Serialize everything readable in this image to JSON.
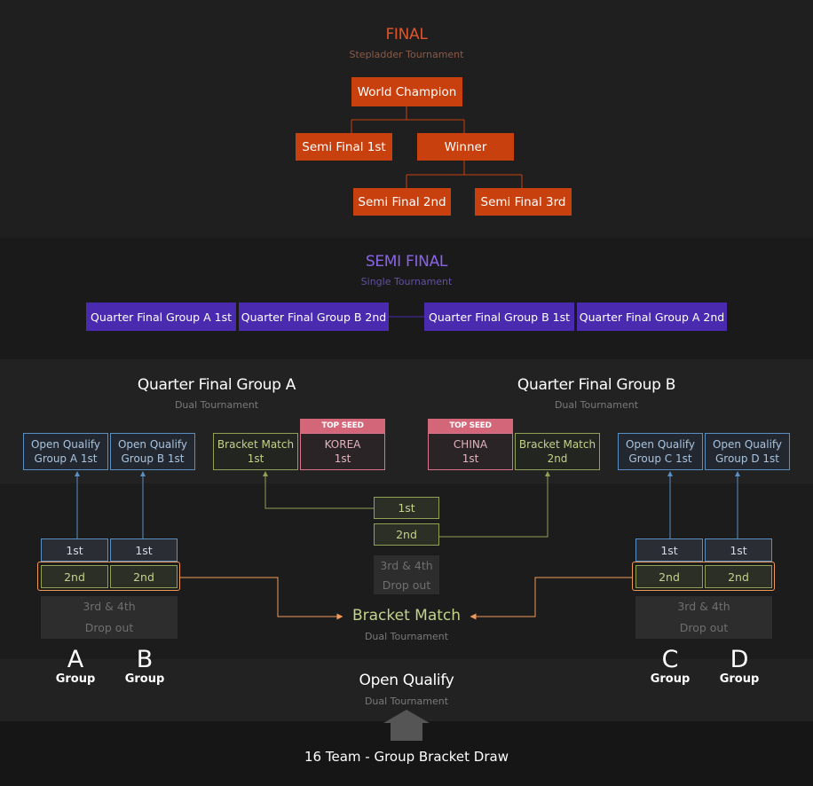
{
  "final": {
    "title": "FINAL",
    "subtitle": "Stepladder Tournament",
    "world_champion": "World Champion",
    "semi_final_1st": "Semi Final 1st",
    "winner": "Winner",
    "semi_final_2nd": "Semi Final 2nd",
    "semi_final_3rd": "Semi Final 3rd"
  },
  "semi_final": {
    "title": "SEMI FINAL",
    "subtitle": "Single Tournament",
    "slots": [
      "Quarter Final Group A 1st",
      "Quarter Final Group B 2nd",
      "Quarter Final Group B 1st",
      "Quarter Final Group A 2nd"
    ]
  },
  "quarter_final": {
    "group_a": {
      "title": "Quarter Final Group A",
      "subtitle": "Dual Tournament",
      "qualify_a_line1": "Open Qualify",
      "qualify_a_line2": "Group A 1st",
      "qualify_b_line1": "Open Qualify",
      "qualify_b_line2": "Group B 1st",
      "bracket_line1": "Bracket Match",
      "bracket_line2": "1st",
      "seed_tag": "TOP SEED",
      "seed_line1": "KOREA",
      "seed_line2": "1st"
    },
    "group_b": {
      "title": "Quarter Final Group B",
      "subtitle": "Dual Tournament",
      "seed_tag": "TOP SEED",
      "seed_line1": "CHINA",
      "seed_line2": "1st",
      "bracket_line1": "Bracket Match",
      "bracket_line2": "2nd",
      "qualify_c_line1": "Open Qualify",
      "qualify_c_line2": "Group C 1st",
      "qualify_d_line1": "Open Qualify",
      "qualify_d_line2": "Group D 1st"
    }
  },
  "bracket_match": {
    "title": "Bracket Match",
    "subtitle": "Dual Tournament",
    "first": "1st",
    "second": "2nd",
    "third_fourth": "3rd & 4th",
    "drop_out": "Drop out"
  },
  "groups_left": {
    "first": "1st",
    "second": "2nd",
    "third_fourth": "3rd & 4th",
    "drop_out": "Drop out",
    "a_letter": "A",
    "b_letter": "B",
    "group_word": "Group"
  },
  "groups_right": {
    "first": "1st",
    "second": "2nd",
    "third_fourth": "3rd & 4th",
    "drop_out": "Drop out",
    "c_letter": "C",
    "d_letter": "D",
    "group_word": "Group"
  },
  "open_qualify": {
    "title": "Open Qualify",
    "subtitle": "Dual Tournament"
  },
  "footer": {
    "text": "16 Team - Group Bracket Draw"
  },
  "colors": {
    "final_accent": "#e0552a",
    "semi_accent": "#8a63e8",
    "bracket_accent": "#c2d38a",
    "blue_border": "#5a8fc4",
    "green_border": "#8ea155",
    "pink_seed": "#d36679",
    "orange_highlight": "#f09a5a"
  }
}
